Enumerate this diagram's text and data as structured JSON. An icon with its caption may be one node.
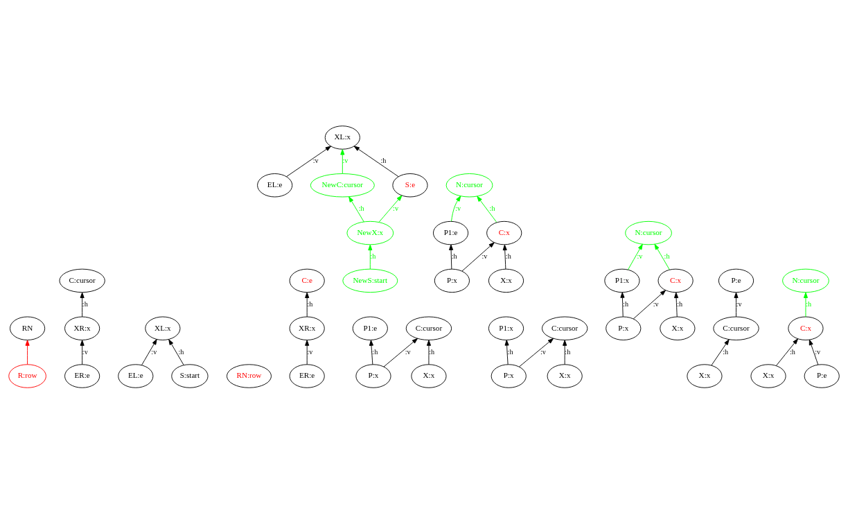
{
  "diagram": {
    "nodes": [
      {
        "text": [
          "R:row"
        ]
      },
      {
        "text": [
          "RN"
        ]
      },
      {
        "text": [
          "C:cursor"
        ]
      },
      {
        "text": [
          "XR:x"
        ]
      },
      {
        "text": [
          "EL:e"
        ]
      },
      {
        "text": [
          "XL:x"
        ]
      },
      {
        "text": [
          "ER:e"
        ]
      },
      {
        "text": [
          "S:start"
        ]
      },
      {
        "text": [
          "RN:row"
        ]
      },
      {
        "text": [
          "C:e"
        ]
      },
      {
        "text": [
          "EL:e"
        ]
      },
      {
        "text": [
          "XR:x"
        ]
      },
      {
        "text": [
          "XL:x"
        ]
      },
      {
        "text": [
          "NewC:cursor"
        ]
      },
      {
        "text": [
          "ER:e"
        ]
      },
      {
        "text": [
          "S:e"
        ]
      },
      {
        "text": [
          "NewX:x"
        ]
      },
      {
        "text": [
          "NewS:start"
        ]
      },
      {
        "text": [
          "P1:e"
        ]
      },
      {
        "text": [
          "C:cursor"
        ]
      },
      {
        "text": [
          "P:x"
        ]
      },
      {
        "text": [
          "X:x"
        ]
      },
      {
        "text": [
          "N:cursor"
        ]
      },
      {
        "text": [
          "P1:e"
        ]
      },
      {
        "text": [
          "C:x"
        ]
      },
      {
        "text": [
          "P:x"
        ]
      },
      {
        "text": [
          "X:x"
        ]
      },
      {
        "text": [
          "P1:x"
        ]
      },
      {
        "text": [
          "C:cursor"
        ]
      },
      {
        "text": [
          "P:x"
        ]
      },
      {
        "text": [
          "X:x"
        ]
      },
      {
        "text": [
          "N:cursor"
        ]
      },
      {
        "text": [
          "P1:x"
        ]
      },
      {
        "text": [
          "C:x"
        ]
      },
      {
        "text": [
          "P:x"
        ]
      },
      {
        "text": [
          "X:x"
        ]
      },
      {
        "text": [
          "X:x"
        ]
      },
      {
        "text": [
          "P:e"
        ]
      },
      {
        "text": [
          "C:cursor"
        ]
      },
      {
        "text": [
          "X:x"
        ]
      },
      {
        "text": [
          "P:e"
        ]
      },
      {
        "text": [
          "C:x"
        ]
      },
      {
        "text": [
          "N:cursor"
        ]
      }
    ],
    "edges": [
      {
        "from": 0,
        "to": 1,
        "arrow": "to",
        "color": "#ff0000"
      },
      {
        "from": 3,
        "to": 2,
        "arrow": "to",
        "label": ":h"
      },
      {
        "from": 6,
        "to": 3,
        "arrow": "to",
        "label": ":v"
      },
      {
        "from": 4,
        "to": 5,
        "arrow": "to",
        "label": ":v"
      },
      {
        "from": 7,
        "to": 5,
        "arrow": "to",
        "label": ":h"
      },
      {
        "from": 11,
        "to": 9,
        "arrow": "to",
        "label": ":h"
      },
      {
        "from": 14,
        "to": 11,
        "arrow": "to",
        "label": ":v"
      },
      {
        "from": 10,
        "to": 12,
        "arrow": "to",
        "label": ":v"
      },
      {
        "from": 13,
        "to": 12,
        "arrow": "to",
        "label": ":v",
        "color": "#00ff00"
      },
      {
        "from": 15,
        "to": 12,
        "arrow": "to",
        "label": ":h"
      },
      {
        "from": 16,
        "to": 13,
        "arrow": "to",
        "label": ":h",
        "color": "#00ff00"
      },
      {
        "from": 16,
        "to": 15,
        "arrow": "to",
        "label": ":v",
        "color": "#00ff00"
      },
      {
        "from": 17,
        "to": 16,
        "arrow": "to",
        "label": ":h",
        "color": "#00ff00"
      },
      {
        "from": 20,
        "to": 18,
        "arrow": "to",
        "label": ":h"
      },
      {
        "from": 20,
        "to": 19,
        "arrow": "to",
        "label": ":v"
      },
      {
        "from": 21,
        "to": 19,
        "arrow": "to",
        "label": ":h"
      },
      {
        "from": 23,
        "to": 22,
        "arrow": "to",
        "label": ":v",
        "color": "#00ff00"
      },
      {
        "from": 24,
        "to": 22,
        "arrow": "to",
        "label": ":h",
        "color": "#00ff00"
      },
      {
        "from": 25,
        "to": 23,
        "arrow": "to",
        "label": ":h"
      },
      {
        "from": 25,
        "to": 24,
        "arrow": "to",
        "label": ":v"
      },
      {
        "from": 26,
        "to": 24,
        "arrow": "to",
        "label": ":h"
      },
      {
        "from": 29,
        "to": 27,
        "arrow": "to",
        "label": ":h"
      },
      {
        "from": 29,
        "to": 28,
        "arrow": "to",
        "label": ":v"
      },
      {
        "from": 30,
        "to": 28,
        "arrow": "to",
        "label": ":h"
      },
      {
        "from": 32,
        "to": 31,
        "arrow": "to",
        "label": ":v",
        "color": "#00ff00"
      },
      {
        "from": 33,
        "to": 31,
        "arrow": "to",
        "label": ":h",
        "color": "#00ff00"
      },
      {
        "from": 34,
        "to": 32,
        "arrow": "to",
        "label": ":h"
      },
      {
        "from": 34,
        "to": 33,
        "arrow": "to",
        "label": ":v"
      },
      {
        "from": 35,
        "to": 33,
        "arrow": "to",
        "label": ":h"
      },
      {
        "from": 36,
        "to": 38,
        "arrow": "to",
        "label": ":h"
      },
      {
        "from": 38,
        "to": 37,
        "arrow": "to",
        "label": ":v"
      },
      {
        "from": 39,
        "to": 41,
        "arrow": "to",
        "label": ":h"
      },
      {
        "from": 40,
        "to": 41,
        "arrow": "to",
        "label": ":v"
      },
      {
        "from": 41,
        "to": 42,
        "arrow": "to",
        "label": ":h",
        "color": "#00ff00"
      }
    ]
  }
}
